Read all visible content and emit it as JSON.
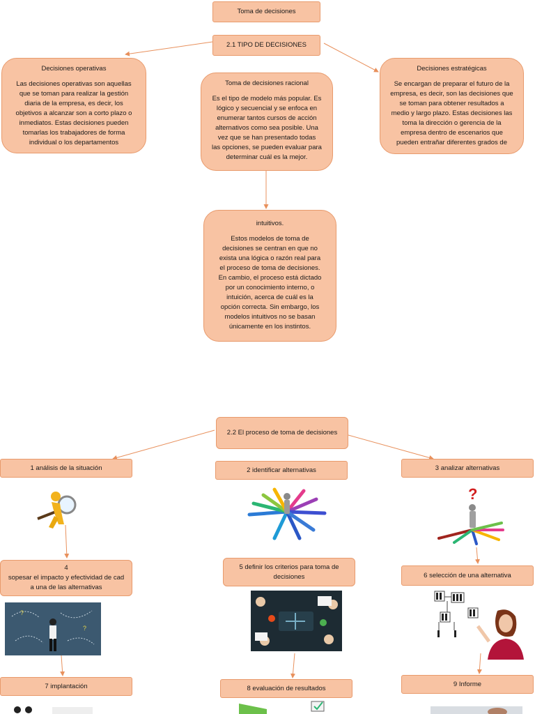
{
  "diagram": {
    "top_title": "Toma de decisiones",
    "section1": {
      "title": "2.1 TIPO DE DECISIONES",
      "operativas": {
        "title": "Decisiones operativas",
        "body": "Las decisiones operativas son aquellas\nque se toman para realizar la gestión\ndiaria de la empresa, es decir, los\nobjetivos a alcanzar son a corto plazo o\ninmediatos. Estas decisiones pueden\ntomarlas los trabajadores de forma\nindividual o los departamentos"
      },
      "racional": {
        "title": "Toma de decisiones racional",
        "body": "Es el tipo de modelo más popular. Es\nlógico y secuencial y se enfoca en\nenumerar tantos cursos de acción\nalternativos como sea posible. Una\nvez que se han presentado todas\nlas opciones, se pueden evaluar para\ndeterminar cuál es la mejor."
      },
      "estrategicas": {
        "title": "Decisiones estratégicas",
        "body": "Se encargan de preparar el futuro de la\nempresa, es decir, son las decisiones que\nse toman para obtener resultados a\nmedio y largo plazo. Estas decisiones las\ntoma la dirección o gerencia de la\nempresa dentro de escenarios que\npueden entrañar diferentes grados de"
      },
      "intuitivos": {
        "title": "intuitivos.",
        "body": "Estos modelos de toma de\ndecisiones se centran en que no\nexista una lógica o razón real para\nel proceso de toma de decisiones.\nEn cambio, el proceso está dictado\npor un conocimiento interno, o\nintuición, acerca de cuál es la\nopción correcta. Sin embargo, los\nmodelos intuitivos no se basan\núnicamente en los instintos."
      }
    },
    "section2": {
      "title": "2.2 El proceso de toma de decisiones",
      "steps": [
        "1 análisis de la situación",
        "2 identificar alternativas",
        "3 analizar alternativas",
        "4\nsopesar el impacto y efectividad de cad\na una de las alternativas",
        "5 definir los criterios para toma de\ndecisiones",
        "6 selección de una alternativa",
        "7 implantación",
        "8 evaluación de resultados",
        "9 Informe"
      ]
    },
    "colors": {
      "node_fill": "#f8c3a3",
      "node_border": "#e89a6c",
      "connector": "#e8905c"
    }
  }
}
